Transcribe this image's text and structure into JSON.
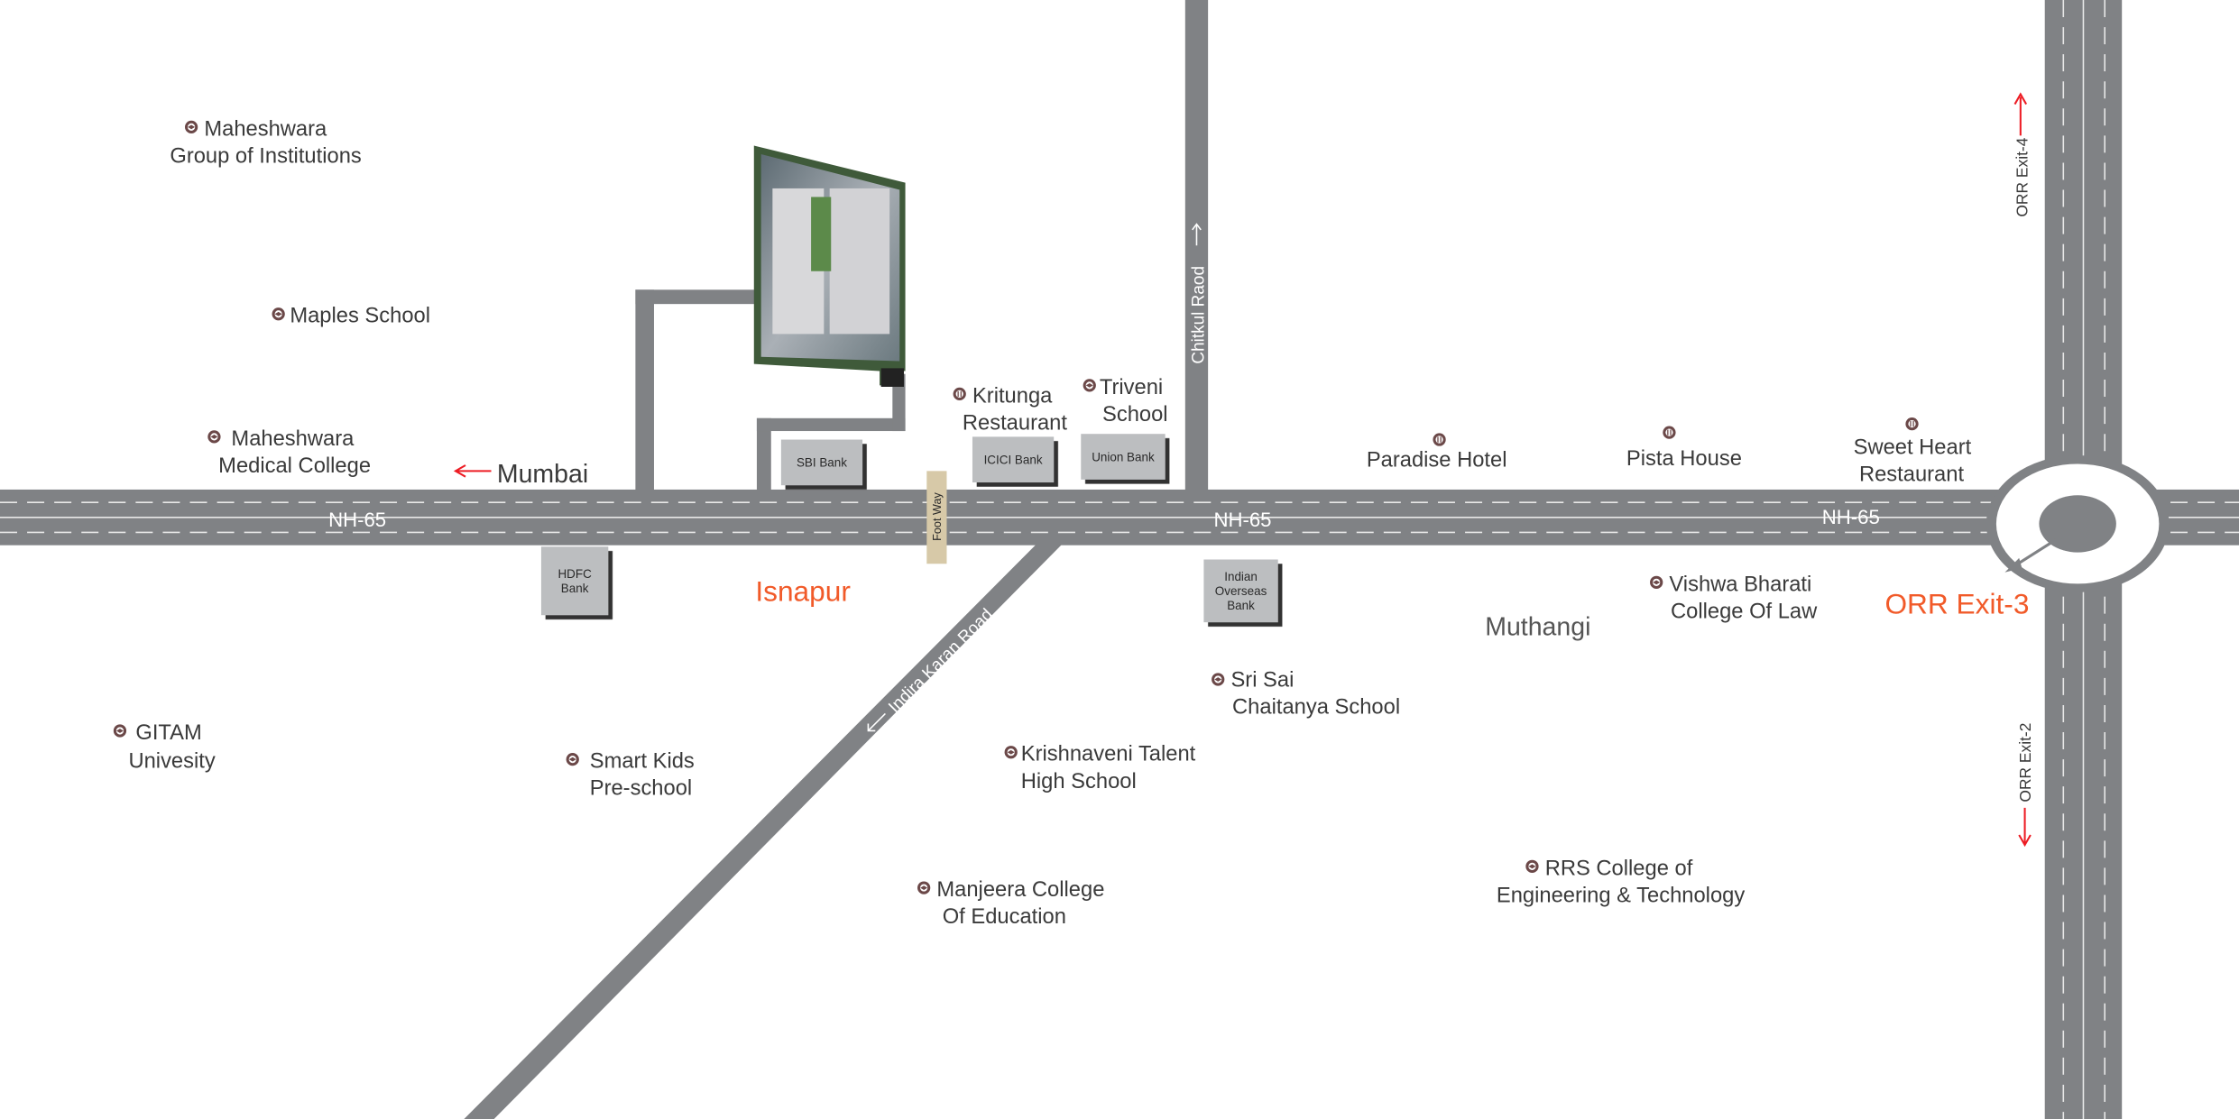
{
  "map": {
    "colors": {
      "road": "#808285",
      "highlight": "#f15a29",
      "arrow": "#ed1c24",
      "icon": "#6b4848"
    },
    "roads": {
      "nh65": [
        "NH-65",
        "NH-65",
        "NH-65"
      ],
      "chitkul": "Chitkul Raod",
      "indira": "Indira Karan Road",
      "footway": "Foot Way",
      "orr_exit4": "ORR Exit-4",
      "orr_exit2": "ORR Exit-2"
    },
    "places": {
      "mumbai": "Mumbai",
      "isnapur": "Isnapur",
      "muthangi": "Muthangi",
      "orr_exit3": "ORR Exit-3"
    },
    "banks": {
      "sbi": [
        "SBI Bank"
      ],
      "icici": [
        "ICICI Bank"
      ],
      "union": [
        "Union Bank"
      ],
      "hdfc": [
        "HDFC",
        "Bank"
      ],
      "iob": [
        "Indian",
        "Overseas",
        "Bank"
      ]
    },
    "landmarks": [
      {
        "id": "maheshwara-group",
        "icon": "school-icon",
        "lines": [
          "Maheshwara",
          "Group of Institutions"
        ]
      },
      {
        "id": "maples-school",
        "icon": "school-icon",
        "lines": [
          "Maples School"
        ]
      },
      {
        "id": "maheshwara-medical",
        "icon": "school-icon",
        "lines": [
          "Maheshwara",
          "Medical College"
        ]
      },
      {
        "id": "gitam",
        "icon": "school-icon",
        "lines": [
          "GITAM",
          "Univesity"
        ]
      },
      {
        "id": "smart-kids",
        "icon": "school-icon",
        "lines": [
          "Smart Kids",
          "Pre-school"
        ]
      },
      {
        "id": "kritunga",
        "icon": "restaurant-icon",
        "lines": [
          "Kritunga",
          "Restaurant"
        ]
      },
      {
        "id": "triveni",
        "icon": "school-icon",
        "lines": [
          "Triveni",
          "School"
        ]
      },
      {
        "id": "paradise",
        "icon": "restaurant-icon",
        "lines": [
          "Paradise Hotel"
        ]
      },
      {
        "id": "pista-house",
        "icon": "restaurant-icon",
        "lines": [
          "Pista House"
        ]
      },
      {
        "id": "sweet-heart",
        "icon": "restaurant-icon",
        "lines": [
          "Sweet Heart",
          "Restaurant"
        ]
      },
      {
        "id": "vishwa-bharati",
        "icon": "school-icon",
        "lines": [
          "Vishwa Bharati",
          "College Of Law"
        ]
      },
      {
        "id": "sri-sai",
        "icon": "school-icon",
        "lines": [
          "Sri Sai",
          "Chaitanya School"
        ]
      },
      {
        "id": "krishnaveni",
        "icon": "school-icon",
        "lines": [
          "Krishnaveni Talent",
          "High School"
        ]
      },
      {
        "id": "manjeera",
        "icon": "school-icon",
        "lines": [
          "Manjeera College",
          "Of Education"
        ]
      },
      {
        "id": "rrs",
        "icon": "school-icon",
        "lines": [
          "RRS College of",
          "Engineering & Technology"
        ]
      }
    ]
  }
}
